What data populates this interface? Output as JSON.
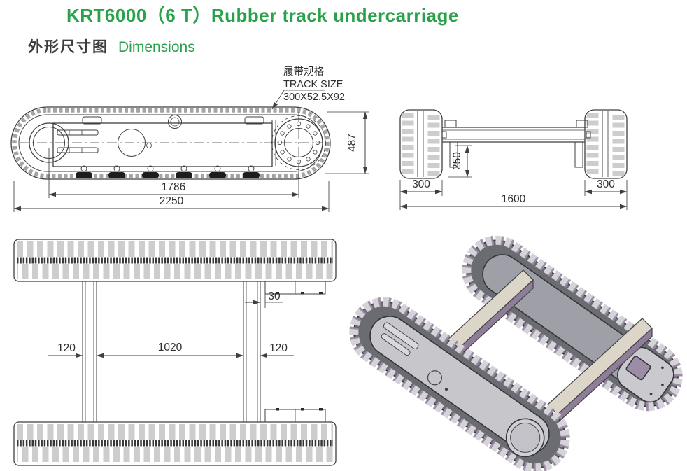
{
  "header": {
    "title": "KRT6000（6 T）Rubber track undercarriage",
    "subtitle_zh": "外形尺寸图",
    "subtitle_en": "Dimensions"
  },
  "annotation": {
    "zh": "履带规格",
    "en": "TRACK SIZE",
    "value": "300X52.5X92"
  },
  "dimensions": {
    "side_view": {
      "sprocket_to_idler": "1786",
      "overall_length": "2250",
      "track_height": "487"
    },
    "front_view": {
      "track_width_left": "300",
      "track_width_right": "300",
      "overall_width": "1600",
      "frame_clearance": "250"
    },
    "top_view": {
      "beam_width_left": "120",
      "beam_spacing": "1020",
      "beam_width_right": "120",
      "plate_offset": "30"
    }
  },
  "colors": {
    "accent_green": "#2aa24b",
    "drawing_line": "#3f3f3f",
    "iso_body_gray": "#c6c6cb",
    "iso_dark_gray": "#6b6b72",
    "iso_purple": "#9b89a4",
    "iso_beam_beige": "#dcd6c8"
  }
}
